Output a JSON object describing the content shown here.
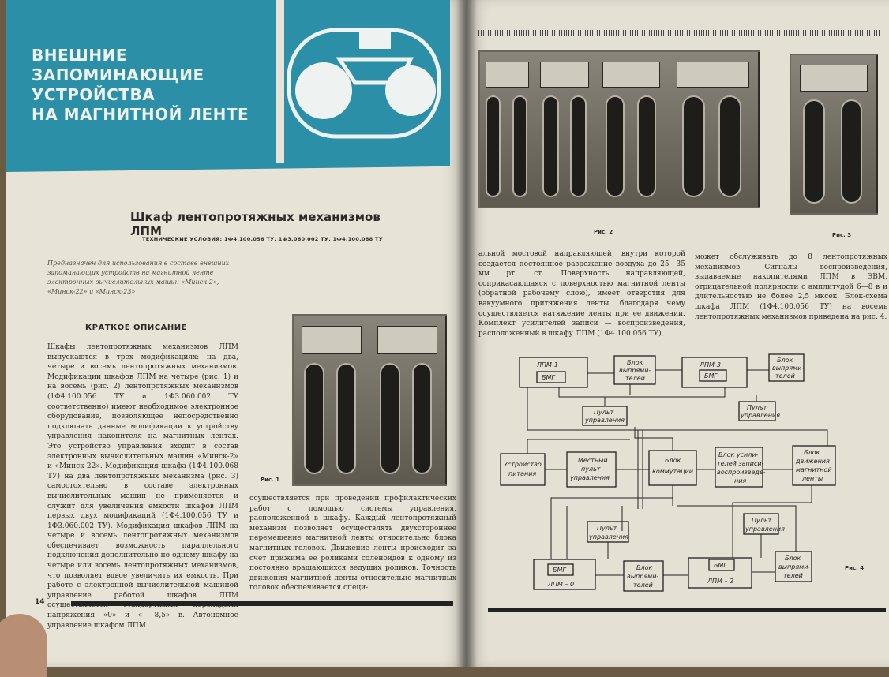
{
  "header": {
    "title_lines": [
      "ВНЕШНИЕ ЗАПОМИНАЮЩИЕ",
      "УСТРОЙСТВА",
      "НА МАГНИТНОЙ ЛЕНТЕ"
    ],
    "band_color": "#2b8fa8"
  },
  "left_page": {
    "section_title": "Шкаф лентопротяжных механизмов ЛПМ",
    "tech_conditions": "ТЕХНИЧЕСКИЕ УСЛОВИЯ: 1Ф4.100.056 ТУ, 1Ф3.060.002 ТУ, 1Ф4.100.068 ТУ",
    "purpose": "Предназначен для использования в составе внешних запоминающих устройств на магнитной ленте электронных вычислительных машин «Минск-2», «Минск-22» и «Минск-23»",
    "description_heading": "КРАТКОЕ ОПИСАНИЕ",
    "left_column": "Шкафы лентопротяжных механизмов ЛПМ выпускаются в трех модификациях: на два, четыре и восемь лентопротяжных механизмов. Модификации шкафов ЛПМ на четыре (рис. 1) и на восемь (рис. 2) лентопротяжных механизмов (1Ф4.100.056 ТУ и 1Ф3.060.002 ТУ соответственно) имеют необходимое электронное оборудование, позволяющее непосредственно подключать данные модификации к устройству управления накопителя на магнитных лентах. Это устройство управления входит в состав электронных вычислительных машин «Минск-2» и «Минск-22». Модификация шкафа (1Ф4.100.068 ТУ) на два лентопротяжных механизма (рис. 3) самостоятельно в составе электронных вычислительных машин не применяется и служит для увеличения емкости шкафов ЛПМ первых двух модификаций (1Ф4.100.056 ТУ и 1Ф3.060.002 ТУ). Модификация шкафов ЛПМ на четыре и восемь лентопротяжных механизмов обеспечивает возможность параллельного подключения дополнительно по одному шкафу на четыре или восемь лентопротяжных механизмов, что позволяет вдвое увеличить их емкость. При работе с электронной вычислительной машиной управление работой шкафов ЛПМ осуществляется стандартными перепадами напряжения «0» и «– 8,5» в. Автономное управление шкафом ЛПМ",
    "middle_column": "осуществляется при проведении профилактических работ с помощью системы управления, расположенной в шкафу. Каждый лентопротяжный механизм позволяет осуществлять двухстороннее перемещение магнитной ленты относительно блока магнитных головок. Движение ленты происходит за счет прижима ее роликами соленоидов к одному из постоянно вращающихся ведущих роликов. Точность движения магнитной ленты относительно магнитных головок обеспечивается специ-",
    "fig1_caption": "Рис. 1",
    "page_number": "14"
  },
  "right_page": {
    "middle_column": "альной мостовой направляющей, внутри которой создается постоянное разрежение воздуха до 25—35 мм рт. ст. Поверхность направляющей, соприкасающаяся с поверхностью магнитной ленты (обратной рабочему слою), имеет отверстия для вакуумного притяжения ленты, благодаря чему осуществляется натяжение ленты при ее движении. Комплект усилителей записи — воспроизведения, расположенный в шкафу ЛПМ (1Ф4.100.056 ТУ),",
    "right_column": "может обслуживать до 8 лентопротяжных механизмов. Сигналы воспроизведения, выдаваемые накопителями ЛПМ в ЭВМ, отрицательной полярности с амплитудой 6—8 в и длительностью не более 2,5 мксек. Блок-схема шкафа ЛПМ (1Ф4.100.056 ТУ) на восемь лентопротяжных механизмов приведена на рис. 4.",
    "fig2_caption": "Рис. 2",
    "fig3_caption": "Рис. 3",
    "fig4_caption": "Рис. 4"
  },
  "diagram": {
    "lpm1": "ЛПМ-1",
    "bmg": "БМГ",
    "lpm3": "ЛПМ-3",
    "rect_a": "Блок",
    "rect_b": "выпрями-",
    "rect_c": "телей",
    "console_a": "Пульт",
    "console_b": "управления",
    "power_a": "Устройство",
    "power_b": "питания",
    "local_a": "Местный",
    "local_b": "пульт",
    "local_c": "управления",
    "switch_a": "Блок",
    "switch_b": "коммутации",
    "amp_a": "Блок усили-",
    "amp_b": "телей записи-",
    "amp_c": "воспроизведе-",
    "amp_d": "ния",
    "motion_a": "Блок",
    "motion_b": "движения",
    "motion_c": "магнитной",
    "motion_d": "ленты",
    "lpm0": "ЛПМ – 0",
    "lpm2": "ЛПМ – 2"
  }
}
